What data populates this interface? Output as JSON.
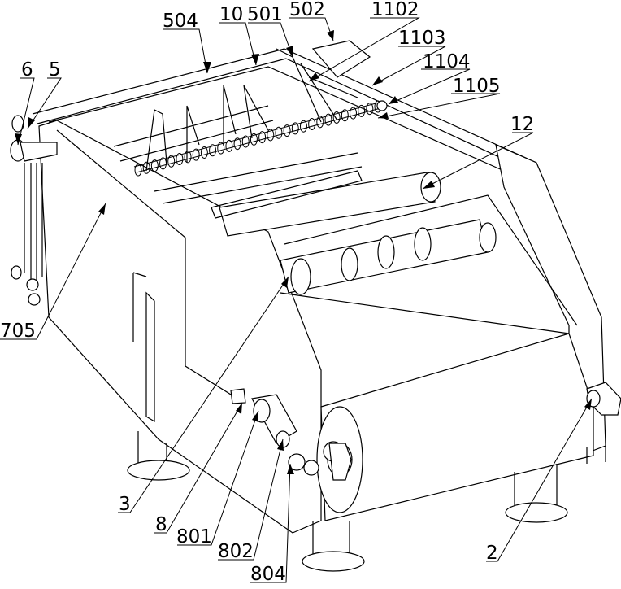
{
  "figure": {
    "type": "patent-isometric-drawing",
    "subject": "conveyor / cutting machine assembly",
    "stroke_color": "#000000",
    "background": "#ffffff"
  },
  "labels": [
    {
      "id": "504",
      "text": "504",
      "target": "top frame rail"
    },
    {
      "id": "10",
      "text": "10",
      "target": "top frame inner rail"
    },
    {
      "id": "501",
      "text": "501",
      "target": "rail bracket"
    },
    {
      "id": "502",
      "text": "502",
      "target": "motor housing"
    },
    {
      "id": "1102",
      "text": "1102",
      "target": "swing arm"
    },
    {
      "id": "1103",
      "text": "1103",
      "target": "guide plate"
    },
    {
      "id": "1104",
      "text": "1104",
      "target": "collar"
    },
    {
      "id": "1105",
      "text": "1105",
      "target": "shaft end"
    },
    {
      "id": "12",
      "text": "12",
      "target": "roller"
    },
    {
      "id": "6",
      "text": "6",
      "target": "side pulley"
    },
    {
      "id": "5",
      "text": "5",
      "target": "top shaft end"
    },
    {
      "id": "705",
      "text": "705",
      "target": "side belt / rod"
    },
    {
      "id": "3",
      "text": "3",
      "target": "front roller set"
    },
    {
      "id": "8",
      "text": "8",
      "target": "drive shaft"
    },
    {
      "id": "801",
      "text": "801",
      "target": "motor"
    },
    {
      "id": "802",
      "text": "802",
      "target": "gearbox"
    },
    {
      "id": "804",
      "text": "804",
      "target": "gear"
    },
    {
      "id": "2",
      "text": "2",
      "target": "output roller shaft"
    }
  ]
}
